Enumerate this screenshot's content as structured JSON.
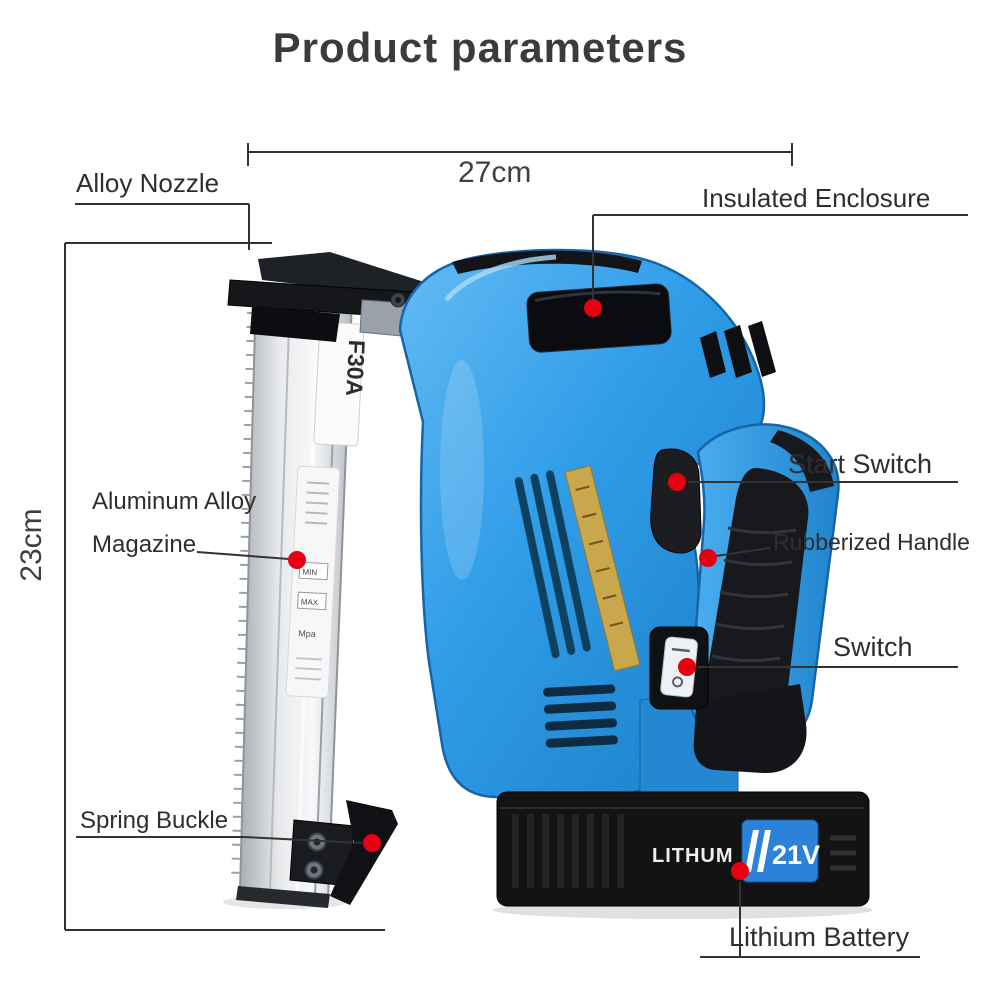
{
  "title": "Product parameters",
  "dimensions": {
    "width": "27cm",
    "height": "23cm"
  },
  "callouts": {
    "alloy_nozzle": "Alloy Nozzle",
    "insulated_enclosure": "Insulated Enclosure",
    "start_switch": "Start Switch",
    "rubberized_handle": "Rubberized Handle",
    "switch": "Switch",
    "magazine_line1": "Aluminum Alloy",
    "magazine_line2": "Magazine",
    "spring_buckle": "Spring Buckle",
    "lithium_battery": "Lithium Battery"
  },
  "product": {
    "model": "F30A",
    "battery_brand": "LITHUM",
    "battery_voltage": "21V",
    "spec_sticker": {
      "min": "MIN",
      "max": "MAX",
      "unit": "Mpa"
    }
  },
  "colors": {
    "body_blue": "#2f9ce8",
    "callout_red": "#e60012",
    "battery_black": "#141414",
    "aluminum_silver": "#d9dcdf",
    "line_dark": "#333333"
  }
}
